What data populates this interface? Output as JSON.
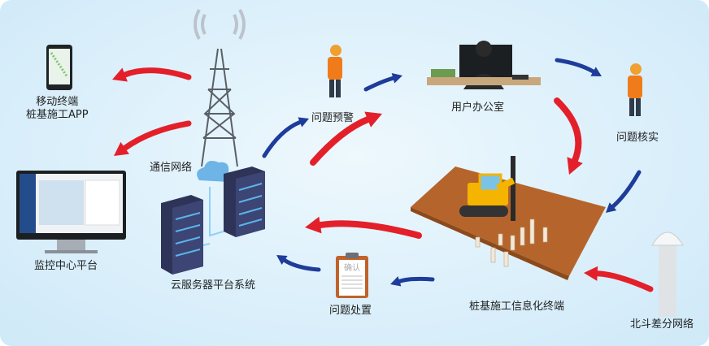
{
  "labels": {
    "mobile_line1": "移动终端",
    "mobile_line2": "桩基施工APP",
    "monitor": "监控中心平台",
    "network": "通信网络",
    "cloud": "云服务器平台系统",
    "warning": "问题预警",
    "office": "用户办公室",
    "verify": "问题核实",
    "terminal": "桩基施工信息化终端",
    "handle": "问题处置",
    "beidou": "北斗差分网络",
    "clipboard_text": "确认"
  },
  "colors": {
    "red_arrow": "#e3202a",
    "blue_arrow": "#1e3c9a",
    "ground": "#b5652b",
    "background": "#dcf0fb"
  }
}
